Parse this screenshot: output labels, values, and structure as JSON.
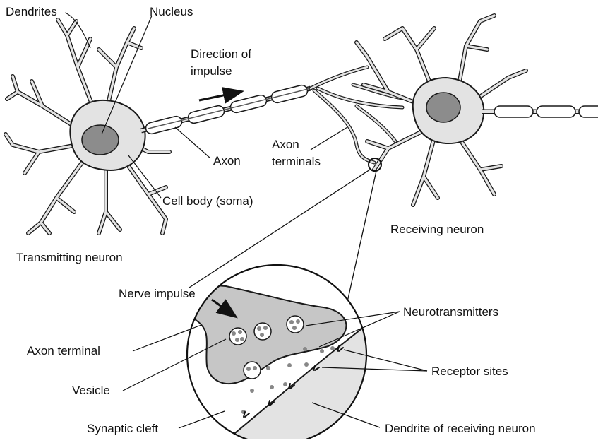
{
  "labels": {
    "dendrites": "Dendrites",
    "nucleus": "Nucleus",
    "direction_line1": "Direction of",
    "direction_line2": "impulse",
    "axon": "Axon",
    "axon_terminals_line1": "Axon",
    "axon_terminals_line2": "terminals",
    "cell_body": "Cell body (soma)",
    "receiving_neuron": "Receiving neuron",
    "transmitting_neuron": "Transmitting neuron",
    "nerve_impulse": "Nerve impulse",
    "neurotransmitters": "Neurotransmitters",
    "axon_terminal": "Axon terminal",
    "receptor_sites": "Receptor sites",
    "vesicle": "Vesicle",
    "synaptic_cleft": "Synaptic cleft",
    "dendrite_of_receiving_neuron": "Dendrite of receiving neuron"
  },
  "colors": {
    "cell_fill": "#e3e3e3",
    "nucleus_fill": "#8c8c8c",
    "terminal_fill": "#c6c6c6",
    "line": "#1a1a1a",
    "dot": "#888888"
  }
}
